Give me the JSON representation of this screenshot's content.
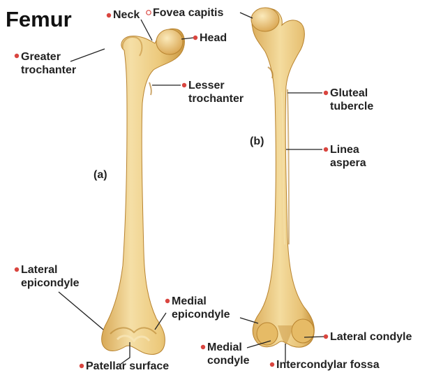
{
  "title": "Femur",
  "views": {
    "anterior": "(a)",
    "posterior": "(b)"
  },
  "labels": {
    "neck": "Neck",
    "fovea_capitis": "Fovea capitis",
    "head": "Head",
    "greater_trochanter": [
      "Greater",
      "trochanter"
    ],
    "lesser_trochanter": [
      "Lesser",
      "trochanter"
    ],
    "gluteal_tubercle": [
      "Gluteal",
      "tubercle"
    ],
    "linea_aspera": [
      "Linea",
      "aspera"
    ],
    "lateral_epicondyle": [
      "Lateral",
      "epicondyle"
    ],
    "medial_epicondyle": [
      "Medial",
      "epicondyle"
    ],
    "lateral_condyle": "Lateral condyle",
    "medial_condyle": [
      "Medial",
      "condyle"
    ],
    "intercondylar_fossa": "Intercondylar fossa",
    "patellar_surface": "Patellar surface"
  },
  "colors": {
    "bone_light": "#f3d99a",
    "bone_mid": "#e8bf6a",
    "bone_dark": "#c9963f",
    "dot": "#d9453f",
    "leader": "#222222"
  }
}
